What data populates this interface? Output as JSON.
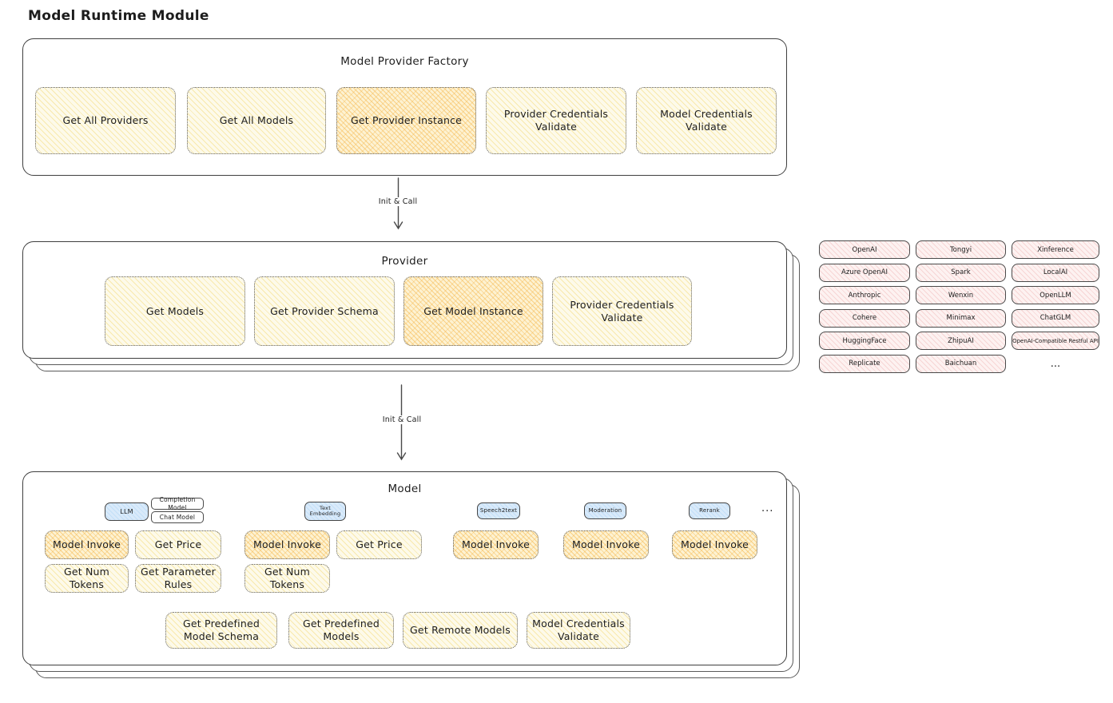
{
  "title": "Model Runtime Module",
  "colors": {
    "node_yellow": "#fdfaea",
    "node_orange_highlight": "#fbdf9e",
    "node_blue": "#d9eafa",
    "node_pink": "#fdf2f1",
    "outline": "#3f3f3f"
  },
  "factory": {
    "title": "Model Provider Factory",
    "buttons": [
      {
        "label": "Get All Providers",
        "highlighted": false
      },
      {
        "label": "Get All Models",
        "highlighted": false
      },
      {
        "label": "Get Provider Instance",
        "highlighted": true
      },
      {
        "label": "Provider Credentials Validate",
        "highlighted": false
      },
      {
        "label": "Model Credentials Validate",
        "highlighted": false
      }
    ]
  },
  "arrows": [
    {
      "label": "Init & Call"
    },
    {
      "label": "Init & Call"
    }
  ],
  "provider": {
    "title": "Provider",
    "buttons": [
      {
        "label": "Get Models",
        "highlighted": false
      },
      {
        "label": "Get Provider Schema",
        "highlighted": false
      },
      {
        "label": "Get Model Instance",
        "highlighted": true
      },
      {
        "label": "Provider Credentials Validate",
        "highlighted": false
      }
    ]
  },
  "provider_list": {
    "columns": [
      [
        "OpenAI",
        "Azure OpenAI",
        "Anthropic",
        "Cohere",
        "HuggingFace",
        "Replicate"
      ],
      [
        "Tongyi",
        "Spark",
        "Wenxin",
        "Minimax",
        "ZhipuAI",
        "Baichuan"
      ],
      [
        "Xinference",
        "LocalAI",
        "OpenLLM",
        "ChatGLM",
        "OpenAI-Compatible Restful API"
      ]
    ],
    "more": "..."
  },
  "model": {
    "title": "Model",
    "types": {
      "llm": "LLM",
      "completion": "Completion Model",
      "chat": "Chat Model",
      "text_embedding": "Text Embedding",
      "speech2text": "Speech2text",
      "moderation": "Moderation",
      "rerank": "Rerank",
      "more": "..."
    },
    "ops": {
      "model_invoke": "Model Invoke",
      "get_price": "Get Price",
      "get_num_tokens": "Get Num Tokens",
      "get_parameter_rules": "Get Parameter Rules"
    },
    "bottom_buttons": [
      {
        "label": "Get Predefined Model Schema"
      },
      {
        "label": "Get Predefined Models"
      },
      {
        "label": "Get Remote Models"
      },
      {
        "label": "Model Credentials Validate"
      }
    ]
  }
}
